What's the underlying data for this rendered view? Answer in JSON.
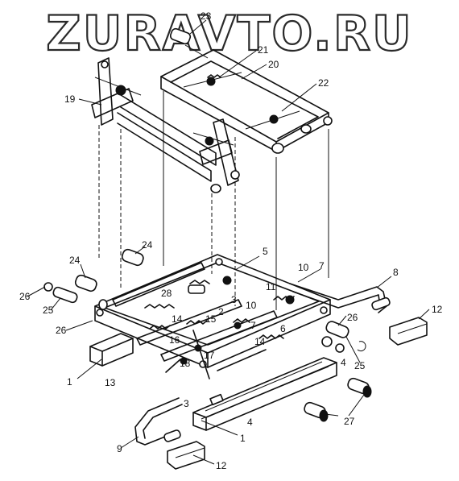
{
  "watermark": "ZURAVTO.RU",
  "callouts": [
    {
      "id": "c1a",
      "label": "1"
    },
    {
      "id": "c1b",
      "label": "1"
    },
    {
      "id": "c2",
      "label": "2"
    },
    {
      "id": "c3a",
      "label": "3"
    },
    {
      "id": "c3b",
      "label": "3"
    },
    {
      "id": "c4a",
      "label": "4"
    },
    {
      "id": "c4b",
      "label": "4"
    },
    {
      "id": "c5",
      "label": "5"
    },
    {
      "id": "c6",
      "label": "6"
    },
    {
      "id": "c7a",
      "label": "7"
    },
    {
      "id": "c7b",
      "label": "7"
    },
    {
      "id": "c8",
      "label": "8"
    },
    {
      "id": "c9",
      "label": "9"
    },
    {
      "id": "c10a",
      "label": "10"
    },
    {
      "id": "c10b",
      "label": "10"
    },
    {
      "id": "c11",
      "label": "11"
    },
    {
      "id": "c12a",
      "label": "12"
    },
    {
      "id": "c12b",
      "label": "12"
    },
    {
      "id": "c13",
      "label": "13"
    },
    {
      "id": "c14a",
      "label": "14"
    },
    {
      "id": "c14b",
      "label": "14"
    },
    {
      "id": "c15",
      "label": "15"
    },
    {
      "id": "c16",
      "label": "16"
    },
    {
      "id": "c17",
      "label": "17"
    },
    {
      "id": "c18",
      "label": "18"
    },
    {
      "id": "c19",
      "label": "19"
    },
    {
      "id": "c20",
      "label": "20"
    },
    {
      "id": "c21",
      "label": "21"
    },
    {
      "id": "c22",
      "label": "22"
    },
    {
      "id": "c23",
      "label": "23"
    },
    {
      "id": "c24a",
      "label": "24"
    },
    {
      "id": "c24b",
      "label": "24"
    },
    {
      "id": "c25a",
      "label": "25"
    },
    {
      "id": "c25b",
      "label": "25"
    },
    {
      "id": "c26a",
      "label": "26"
    },
    {
      "id": "c26b",
      "label": "26"
    },
    {
      "id": "c26c",
      "label": "26"
    },
    {
      "id": "c27",
      "label": "27"
    },
    {
      "id": "c28",
      "label": "28"
    }
  ]
}
